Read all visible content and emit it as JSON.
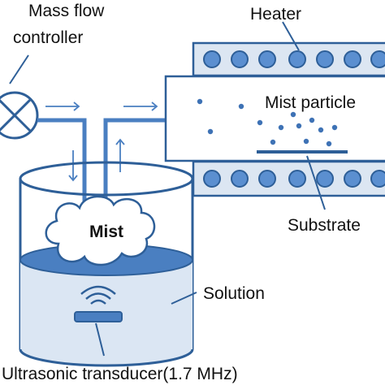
{
  "labels": {
    "mass_flow_controller_line1": "Mass flow",
    "mass_flow_controller_line2": "controller",
    "heater": "Heater",
    "mist_particle": "Mist particle",
    "mist": "Mist",
    "substrate": "Substrate",
    "solution": "Solution",
    "ultrasonic_transducer": "Ultrasonic transducer(1.7 MHz)"
  },
  "colors": {
    "outline": "#2e5f98",
    "pipe": "#4a7fc1",
    "heater_fill": "#dce6f2",
    "heater_coil": "#5b8fd0",
    "solution_surface": "#4a7fc1",
    "solution_fill": "#dbe6f3",
    "arrow": "#4a7fc1",
    "particle": "#3e72b5"
  },
  "icons": {
    "mass_flow_controller": "valve-cross-icon",
    "transducer": "wireless-signal-icon"
  }
}
